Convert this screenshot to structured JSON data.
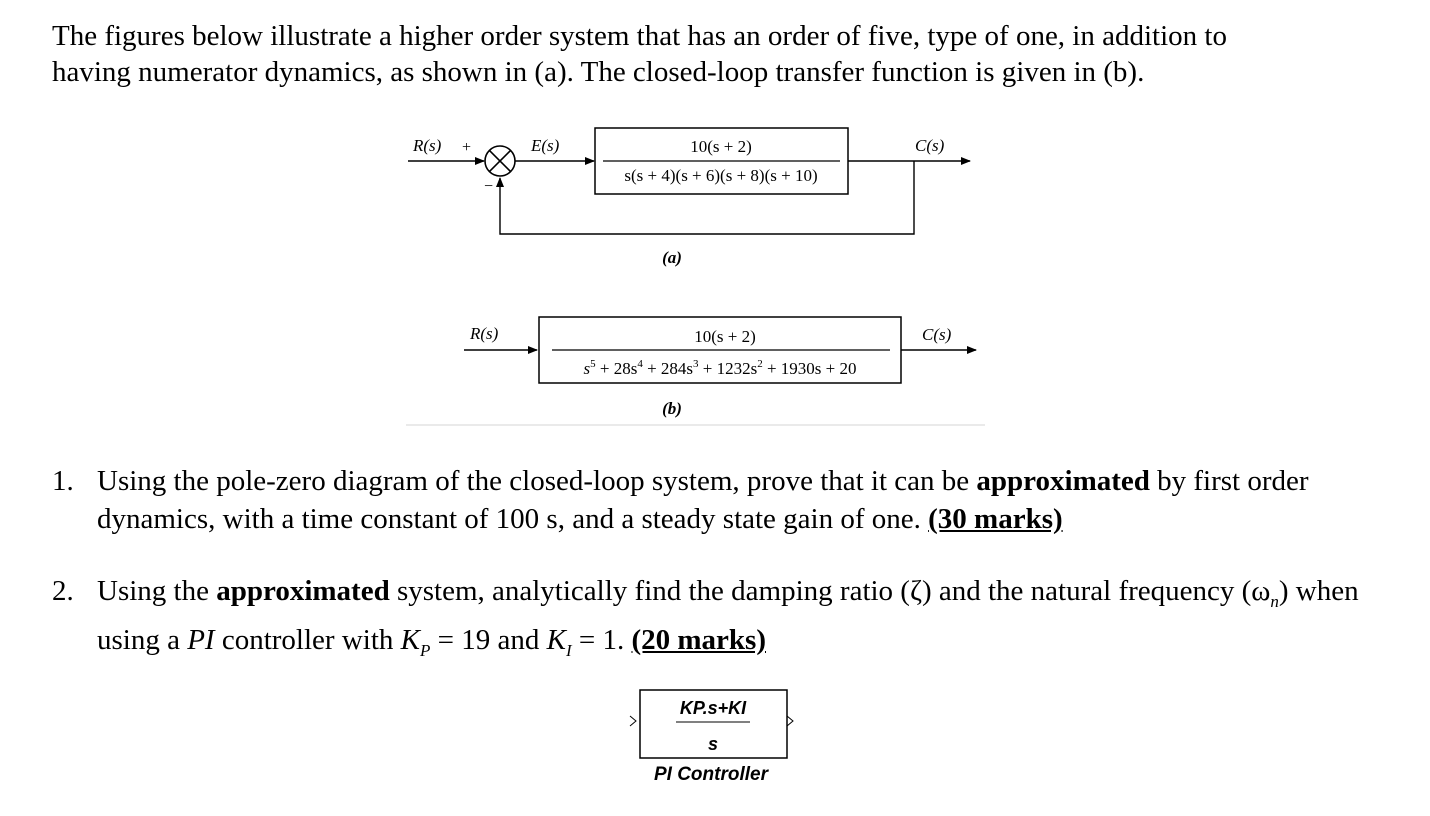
{
  "intro": {
    "line1": "The figures below illustrate a higher order system that has an order of five, type of one, in addition to",
    "line2": "having numerator dynamics, as shown in (a). The closed-loop transfer function is given in (b)."
  },
  "fig_a": {
    "input": "R(s)",
    "plus": "+",
    "minus": "−",
    "error": "E(s)",
    "numerator": "10(s + 2)",
    "denominator": "s(s + 4)(s + 6)(s + 8)(s + 10)",
    "output": "C(s)",
    "caption": "(a)"
  },
  "fig_b": {
    "input": "R(s)",
    "numerator": "10(s + 2)",
    "den_s": "s",
    "den_exp5": "5",
    "den_t1": " + 28s",
    "den_exp4": "4",
    "den_t2": " + 284s",
    "den_exp3": "3",
    "den_t3": " + 1232s",
    "den_exp2": "2",
    "den_t4": " + 1930s + 20",
    "output": "C(s)",
    "caption": "(b)"
  },
  "questions": [
    {
      "number": "1.",
      "t1": "Using the pole-zero diagram of the closed-loop system, prove that it can be ",
      "bold": "approximated",
      "t2": " by first order dynamics, with a time constant of 100 s, and a steady state gain of one. ",
      "marks": "(30 marks)"
    },
    {
      "number": "2.",
      "t1": "Using the ",
      "bold": "approximated",
      "t2": " system, analytically find the damping ratio (ζ) and the natural frequency (ω",
      "sub_n": "n",
      "t3": ") when using a ",
      "pi": "PI",
      "t4": " controller with ",
      "kp": "K",
      "kp_sub": "P",
      "t5": " = 19 and ",
      "ki": "K",
      "ki_sub": "I",
      "t6": " = 1. ",
      "marks": "(20 marks)"
    }
  ],
  "pi_block": {
    "numerator": "KP.s+KI",
    "denominator": "s",
    "label": "PI Controller"
  }
}
